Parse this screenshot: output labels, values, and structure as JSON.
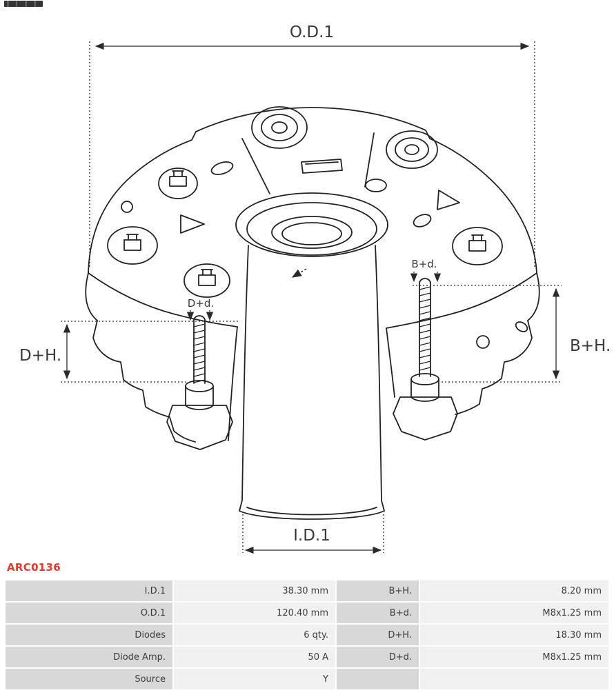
{
  "product": {
    "code": "ARC0136"
  },
  "diagram": {
    "labels": {
      "od1": "O.D.1",
      "id1": "I.D.1",
      "dplus_h": "D+H.",
      "bplus_h": "B+H.",
      "dplus_d": "D+d.",
      "bplus_d": "B+d."
    }
  },
  "colors": {
    "accent": "#e8392f",
    "line": "#222222",
    "table_label_bg": "#d8d8d8",
    "table_value_bg": "#f1f1f1"
  },
  "spec_table": {
    "rows": [
      {
        "label1": "I.D.1",
        "value1": "38.30 mm",
        "label2": "B+H.",
        "value2": "8.20 mm"
      },
      {
        "label1": "O.D.1",
        "value1": "120.40 mm",
        "label2": "B+d.",
        "value2": "M8x1.25 mm"
      },
      {
        "label1": "Diodes",
        "value1": "6 qty.",
        "label2": "D+H.",
        "value2": "18.30 mm"
      },
      {
        "label1": "Diode Amp.",
        "value1": "50 A",
        "label2": "D+d.",
        "value2": "M8x1.25 mm"
      },
      {
        "label1": "Source",
        "value1": "Y",
        "label2": "",
        "value2": ""
      }
    ]
  }
}
